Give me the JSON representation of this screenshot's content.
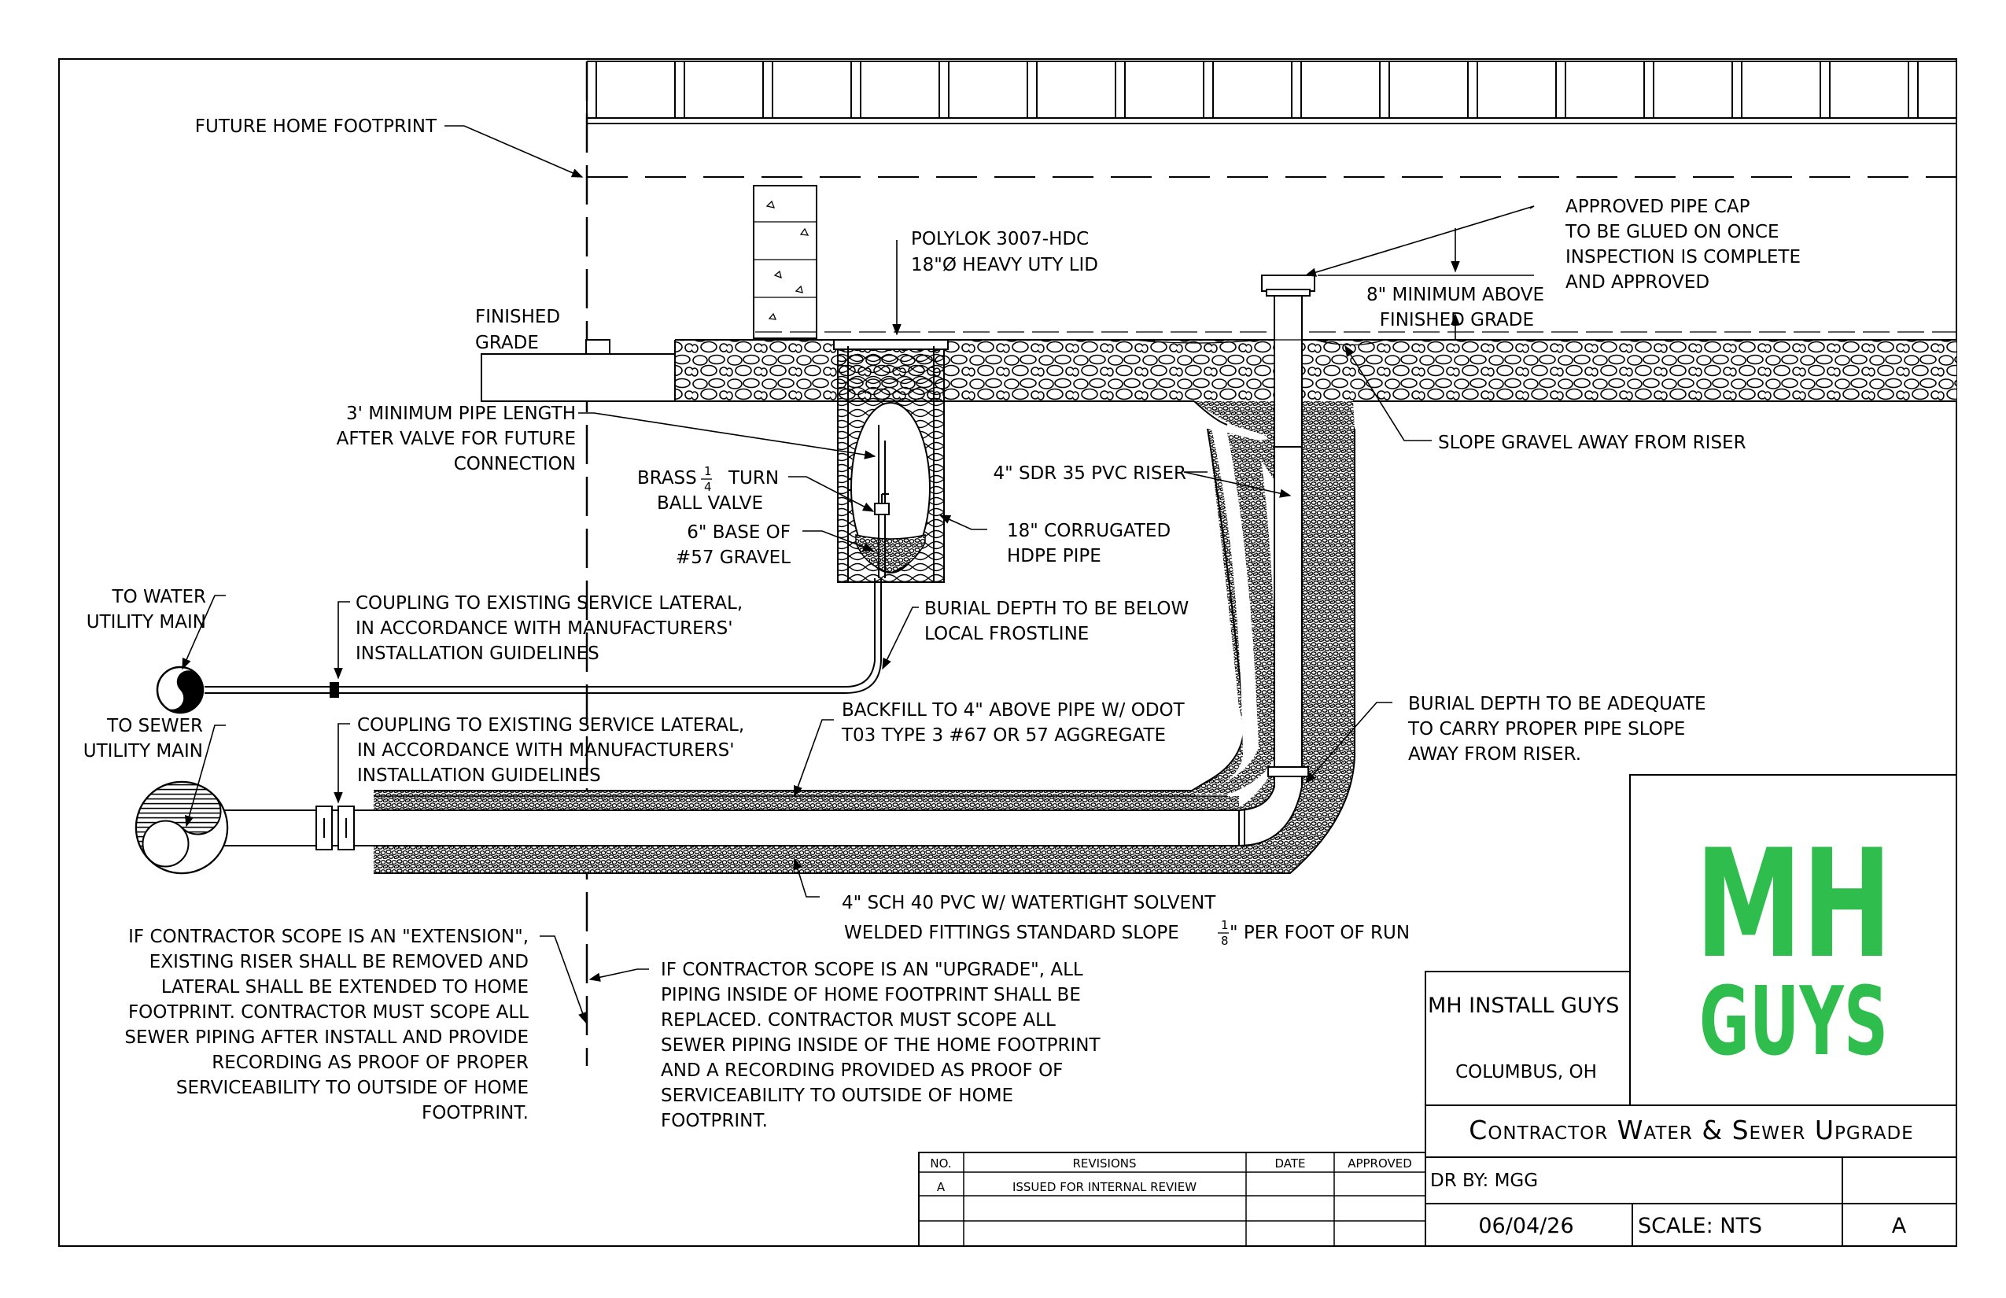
{
  "labels": {
    "future_home": "FUTURE HOME FOOTPRINT",
    "finished_grade": [
      "FINISHED",
      "GRADE"
    ],
    "polylok": [
      "POLYLOK 3007-HDC",
      "18\"Ø HEAVY UTY LID"
    ],
    "pipe_cap": [
      "APPROVED PIPE CAP",
      "TO BE GLUED ON ONCE",
      "INSPECTION IS COMPLETE",
      "AND APPROVED"
    ],
    "min_above": [
      "8\" MINIMUM ABOVE",
      "FINISHED GRADE"
    ],
    "slope_gravel": "SLOPE GRAVEL AWAY FROM RISER",
    "min_pipe": [
      "3' MINIMUM PIPE LENGTH",
      "AFTER VALVE FOR FUTURE",
      "CONNECTION"
    ],
    "brass_valve_a": "BRASS",
    "brass_valve_b": "TURN",
    "brass_valve_frac_top": "1",
    "brass_valve_frac_bot": "4",
    "brass_valve_c": "BALL VALVE",
    "base_gravel": [
      "6\" BASE OF",
      "#57 GRAVEL"
    ],
    "sdr_riser": "4\" SDR 35 PVC RISER",
    "corrugated": [
      "18\" CORRUGATED",
      "HDPE PIPE"
    ],
    "to_water": [
      "TO WATER",
      "UTILITY MAIN"
    ],
    "coupling_water": [
      "COUPLING TO EXISTING SERVICE LATERAL,",
      "IN ACCORDANCE WITH MANUFACTURERS'",
      "INSTALLATION GUIDELINES"
    ],
    "burial_frost": [
      "BURIAL DEPTH TO BE BELOW",
      "LOCAL FROSTLINE"
    ],
    "to_sewer": [
      "TO SEWER",
      "UTILITY MAIN"
    ],
    "coupling_sewer": [
      "COUPLING TO EXISTING SERVICE LATERAL,",
      "IN ACCORDANCE WITH MANUFACTURERS'",
      "INSTALLATION GUIDELINES"
    ],
    "backfill": [
      "BACKFILL TO 4\" ABOVE PIPE W/ ODOT",
      "T03 TYPE 3 #67 OR 57 AGGREGATE"
    ],
    "burial_adequate": [
      "BURIAL DEPTH TO BE ADEQUATE",
      "TO CARRY PROPER PIPE SLOPE",
      "AWAY FROM RISER."
    ],
    "sch40_line1": "4\" SCH 40 PVC W/ WATERTIGHT SOLVENT",
    "sch40_line2a": "WELDED FITTINGS STANDARD SLOPE",
    "sch40_frac_top": "1",
    "sch40_frac_bot": "8",
    "sch40_line2b": "\" PER FOOT OF RUN",
    "extension_note": [
      "IF CONTRACTOR SCOPE IS AN \"EXTENSION\",",
      "EXISTING RISER SHALL BE REMOVED AND",
      "LATERAL SHALL BE EXTENDED TO HOME",
      "FOOTPRINT. CONTRACTOR MUST SCOPE ALL",
      "SEWER PIPING AFTER INSTALL AND PROVIDE",
      "RECORDING AS PROOF OF PROPER",
      "SERVICEABILITY TO OUTSIDE OF HOME",
      "FOOTPRINT."
    ],
    "upgrade_note": [
      "IF CONTRACTOR SCOPE IS AN \"UPGRADE\", ALL",
      "PIPING INSIDE OF HOME FOOTPRINT SHALL BE",
      "REPLACED. CONTRACTOR MUST SCOPE ALL",
      "SEWER PIPING INSIDE OF THE HOME FOOTPRINT",
      "AND A RECORDING PROVIDED AS PROOF OF",
      "SERVICEABILITY TO OUTSIDE OF HOME",
      "FOOTPRINT."
    ]
  },
  "revisions": {
    "headers": [
      "NO.",
      "REVISIONS",
      "DATE",
      "APPROVED"
    ],
    "rows": [
      [
        "A",
        "ISSUED FOR INTERNAL REVIEW",
        "",
        ""
      ]
    ]
  },
  "title_block": {
    "company": "MH INSTALL GUYS",
    "location": "COLUMBUS, OH",
    "logo_line1": "MH",
    "logo_line2": "GUYS",
    "title": "Contractor Water & Sewer Upgrade",
    "drawn_by": "DR BY: MGG",
    "date": "06/04/26",
    "scale": "SCALE: NTS",
    "rev": "A"
  },
  "colors": {
    "brand_green": "#2fbd4d",
    "line": "#000000"
  }
}
